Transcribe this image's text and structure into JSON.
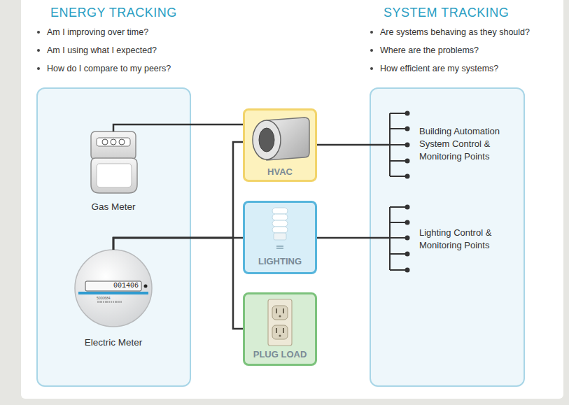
{
  "diagram": {
    "nodes": [
      {
        "text": [
          "ENERGY TRACKING",
          "Am I improving over time?",
          "Am I using what I expected?",
          "How do I compare to my peers?"
        ]
      },
      {
        "text": [
          "Gas Meter"
        ],
        "in": 0
      },
      {
        "text": [
          "Electric Meter"
        ],
        "in": 0
      },
      {
        "text": [
          "HVAC"
        ]
      },
      {
        "text": [
          "LIGHTING"
        ]
      },
      {
        "text": [
          "PLUG LOAD"
        ]
      },
      {
        "text": [
          "SYSTEM TRACKING",
          "Are systems behaving as they should?",
          "Where are the problems?",
          "How efficient are my systems?"
        ]
      },
      {
        "text": [
          "Building Automation System Control & Monitoring Points"
        ],
        "in": 6
      },
      {
        "text": [
          "Lighting Control & Monitoring Points"
        ],
        "in": 6
      }
    ],
    "edges": [
      {
        "from": 1,
        "to": 3,
        "arrow": "none"
      },
      {
        "from": 2,
        "to": 3,
        "arrow": "none"
      },
      {
        "from": 2,
        "to": 4,
        "arrow": "none"
      },
      {
        "from": 2,
        "to": 5,
        "arrow": "none"
      },
      {
        "from": 3,
        "to": 7,
        "arrow": "none"
      },
      {
        "from": 4,
        "to": 8,
        "arrow": "none"
      }
    ],
    "labels": [
      "001406",
      "5000684"
    ]
  }
}
